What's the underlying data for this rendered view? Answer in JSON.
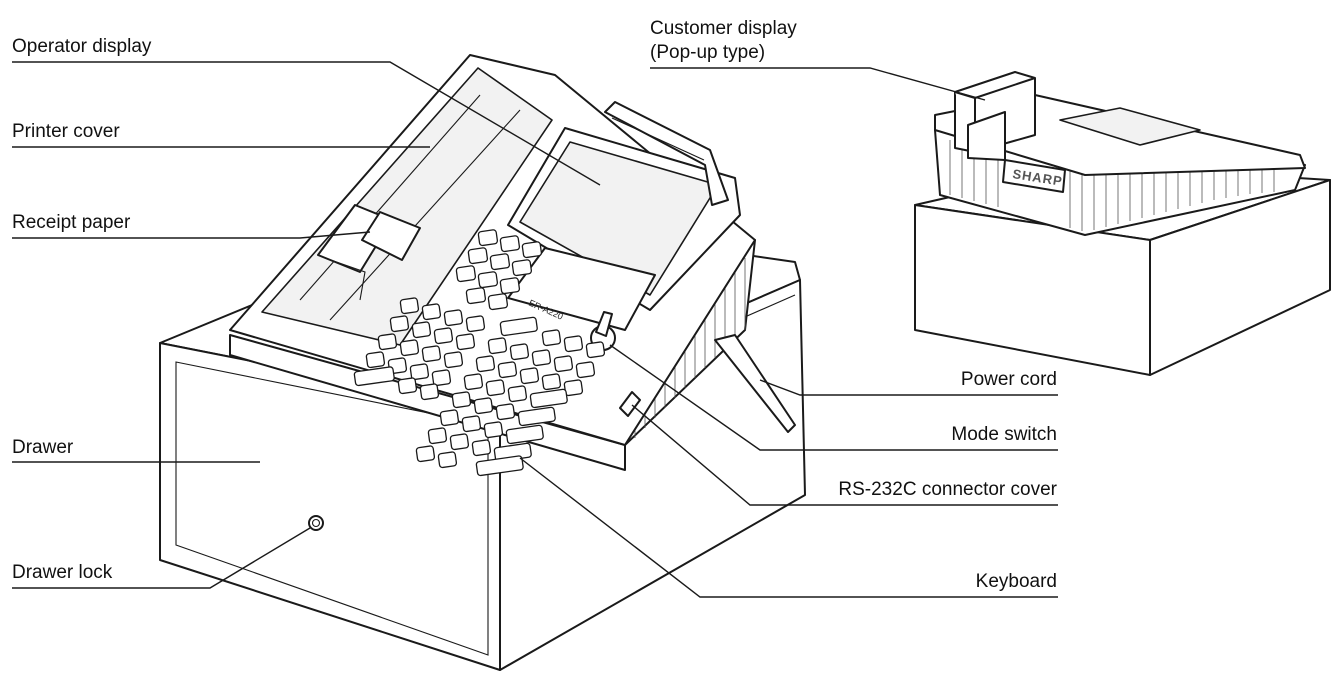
{
  "labels": {
    "operator_display": "Operator display",
    "printer_cover": "Printer cover",
    "receipt_paper": "Receipt paper",
    "drawer": "Drawer",
    "drawer_lock": "Drawer lock",
    "customer_display_line1": "Customer display",
    "customer_display_line2": "(Pop-up type)",
    "power_cord": "Power cord",
    "mode_switch": "Mode switch",
    "rs232c_connector_cover": "RS-232C connector cover",
    "keyboard": "Keyboard"
  },
  "device": {
    "model_text": "ER-A220",
    "brand_text": "SHARP"
  }
}
